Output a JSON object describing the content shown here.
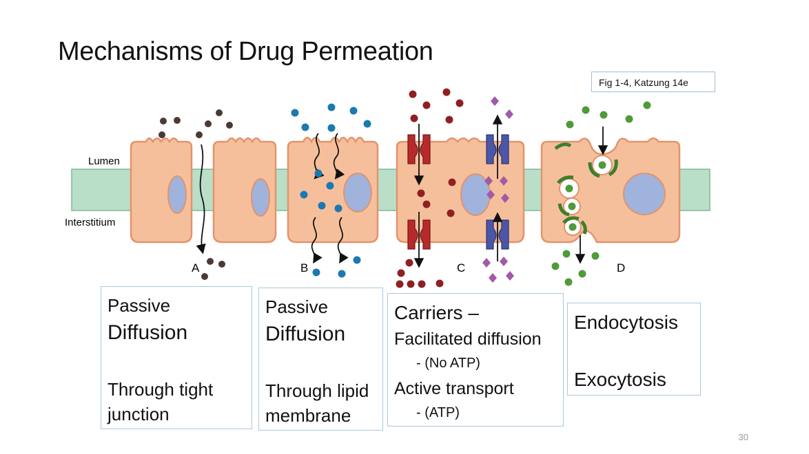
{
  "slide": {
    "title": "Mechanisms of Drug Permeation",
    "citation": "Fig 1-4, Katzung 14e",
    "page_number": "30"
  },
  "figure": {
    "labels": {
      "lumen": "Lumen",
      "interstitium": "Interstitium",
      "panel_a": "A",
      "panel_b": "B",
      "panel_c": "C",
      "panel_d": "D"
    },
    "colors": {
      "cell_fill": "#f6bf9c",
      "cell_stroke": "#e1946c",
      "nucleus": "#9fb3dc",
      "band": "#b9dfc8",
      "passive_drug": "#4b3a33",
      "lipid_drug": "#1b79b0",
      "carrier_red": "#8f1f22",
      "carrier_purple": "#a05aa6",
      "endocytosis_green": "#4f9a3a"
    }
  },
  "boxes": {
    "a": {
      "line1": "Passive",
      "line2": "Diffusion",
      "line3": "Through tight",
      "line4": "junction"
    },
    "b": {
      "line1": "Passive",
      "line2": "Diffusion",
      "line3": "Through lipid",
      "line4": "membrane"
    },
    "c": {
      "line1": "Carriers –",
      "line2": "Facilitated diffusion",
      "line3": "- (No ATP)",
      "line4": "Active transport",
      "line5": "- (ATP)"
    },
    "d": {
      "line1": "Endocytosis",
      "line2": "Exocytosis"
    }
  }
}
